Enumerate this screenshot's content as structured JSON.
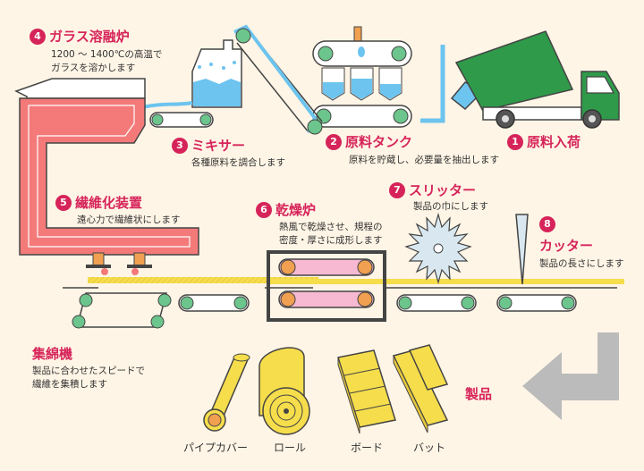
{
  "steps": {
    "s1": {
      "num": "1",
      "title": "原料入荷"
    },
    "s2": {
      "num": "2",
      "title": "原料タンク",
      "desc": "原料を貯蔵し、必要量を抽出します"
    },
    "s3": {
      "num": "3",
      "title": "ミキサー",
      "desc": "各種原料を調合します"
    },
    "s4": {
      "num": "4",
      "title": "ガラス溶融炉",
      "desc1": "1200 ～ 1400℃の高温で",
      "desc2": "ガラスを溶かします"
    },
    "s5": {
      "num": "5",
      "title": "繊維化装置",
      "desc": "遠心力で繊維状にします"
    },
    "s6": {
      "num": "6",
      "title": "乾燥炉",
      "desc1": "熱風で乾燥させ、規程の",
      "desc2": "密度・厚さに成形します"
    },
    "s7": {
      "num": "7",
      "title": "スリッター",
      "desc": "製品の巾にします"
    },
    "s8": {
      "num": "8",
      "title": "カッター",
      "desc": "製品の長さにします"
    }
  },
  "collector": {
    "title": "集綿機",
    "desc1": "製品に合わせたスピードで",
    "desc2": "繊維を集積します"
  },
  "products": {
    "heading": "製品",
    "items": [
      "パイプカバー",
      "ロール",
      "ボード",
      "バット"
    ]
  },
  "colors": {
    "accent": "#d6245a",
    "furnace": "#f47a7a",
    "water": "#6cc4ef",
    "truck": "#2f9a4a",
    "roller": "#6cc58c",
    "glasswool": "#f6dd4c",
    "arrow": "#bbbbbb"
  }
}
